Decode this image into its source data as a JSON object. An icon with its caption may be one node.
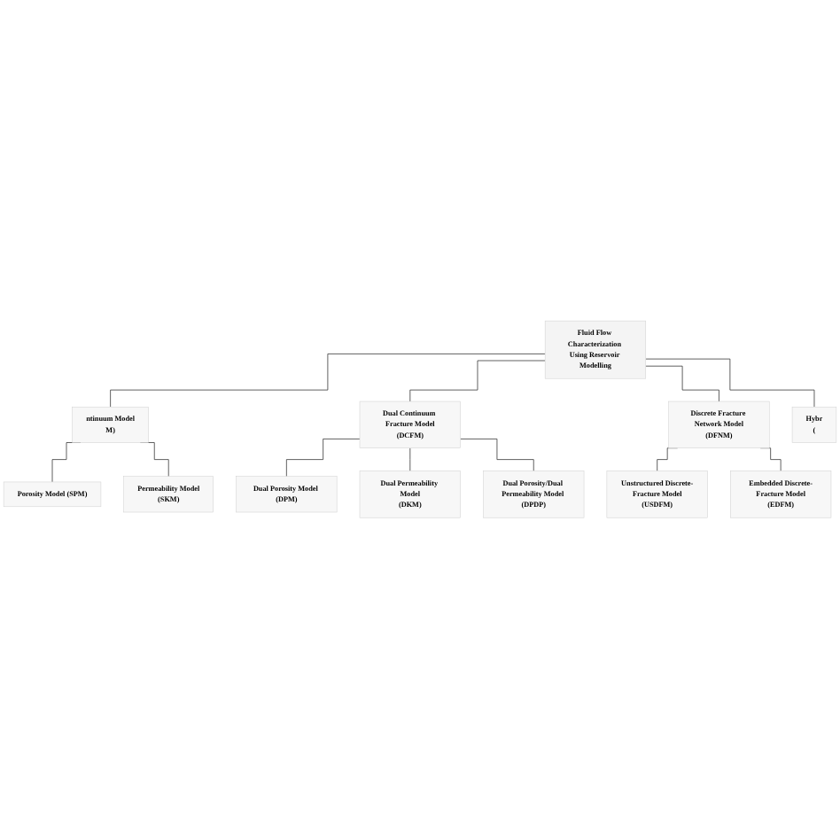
{
  "diagram": {
    "nodes": [
      {
        "text": [
          "Fluid Flow Characterization Using Reservoir Modelling"
        ]
      },
      {
        "text": [
          "ntinuum Model",
          "M)"
        ]
      },
      {
        "text": [
          "Dual Continuum Fracture Model",
          "(DCFM)"
        ]
      },
      {
        "text": [
          "Discrete Fracture Network Model",
          "(DFNM)"
        ]
      },
      {
        "text": [
          "Hybr",
          "("
        ]
      },
      {
        "text": [
          "Porosity Model (SPM)"
        ]
      },
      {
        "text": [
          "Dual Porosity Model (DPM)"
        ]
      },
      {
        "text": [
          "Unstructured Discrete-Fracture Model",
          "(USDFM)"
        ]
      },
      {
        "text": [
          "Permeability Model",
          "(SKM)"
        ]
      },
      {
        "text": [
          "Dual Permeability Model",
          "(DKM)"
        ]
      },
      {
        "text": [
          "Embedded Discrete-Fracture Model",
          "(EDFM)"
        ]
      },
      {
        "text": [
          "Dual Porosity/Dual Permeability Model (DPDP)"
        ]
      }
    ],
    "edges": [
      {
        "from": 0,
        "to": 1,
        "arrow": "none"
      },
      {
        "from": 0,
        "to": 2,
        "arrow": "none"
      },
      {
        "from": 0,
        "to": 3,
        "arrow": "none"
      },
      {
        "from": 0,
        "to": 4,
        "arrow": "none"
      },
      {
        "from": 1,
        "to": 5,
        "arrow": "none"
      },
      {
        "from": 1,
        "to": 8,
        "arrow": "none"
      },
      {
        "from": 2,
        "to": 6,
        "arrow": "none"
      },
      {
        "from": 2,
        "to": 9,
        "arrow": "none"
      },
      {
        "from": 2,
        "to": 11,
        "arrow": "none"
      },
      {
        "from": 3,
        "to": 7,
        "arrow": "none"
      },
      {
        "from": 3,
        "to": 10,
        "arrow": "none"
      }
    ]
  }
}
